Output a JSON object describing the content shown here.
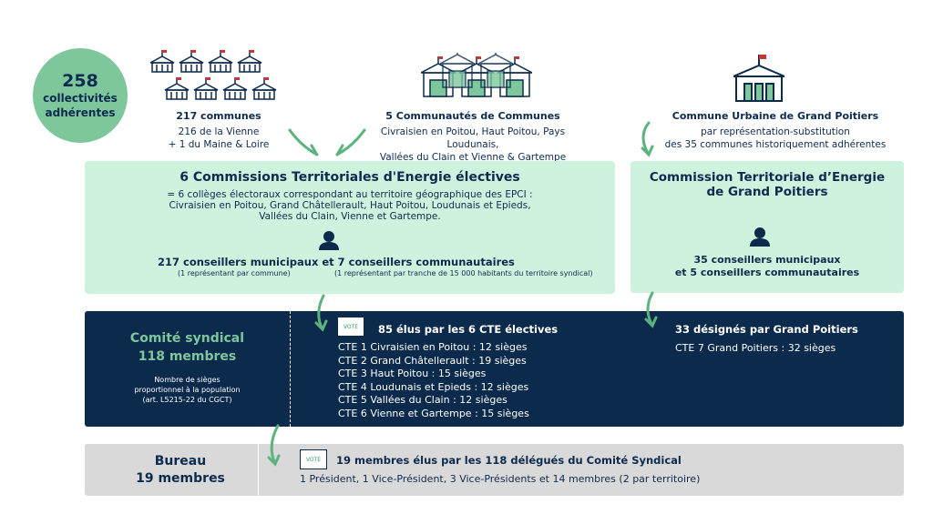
{
  "total": {
    "number": "258",
    "line1": "collectivités",
    "line2": "adhérentes"
  },
  "communes": {
    "title": "217 communes",
    "line1": "216 de la Vienne",
    "line2": "+ 1 du Maine & Loire"
  },
  "cdc": {
    "title": "5 Communautés de Communes",
    "line1": "Civraisien en Poitou, Haut Poitou, Pays Loudunais,",
    "line2": "Vallées du Clain et Vienne & Gartempe"
  },
  "cu": {
    "title": "Commune Urbaine de Grand Poitiers",
    "line1": "par représentation-substitution",
    "line2": "des 35 communes historiquement adhérentes"
  },
  "cte6": {
    "title": "6 Commissions Territoriales d'Energie électives",
    "line1": "= 6 collèges électoraux correspondant au territoire géographique des EPCI :",
    "line2": "Civraisien en Poitou, Grand Châtellerault, Haut Poitou, Loudunais et Epieds,",
    "line3": "Vallées du Clain, Vienne et Gartempe.",
    "counsellors": "217 conseillers municipaux et 7 conseillers communautaires",
    "note1": "(1 représentant par commune)",
    "note2": "(1 représentant par tranche de 15 000 habitants du territoire syndical)"
  },
  "cte7": {
    "title1": "Commission Territoriale d’Energie",
    "title2": "de Grand Poitiers",
    "line1": "35 conseillers municipaux",
    "line2": "et 5 conseillers communautaires"
  },
  "comite": {
    "title1": "Comité syndical",
    "title2": "118 membres",
    "note1": "Nombre de sièges",
    "note2": "proportionnel à la population",
    "note3": "(art. L5215-22 du CGCT)",
    "vote_label": "VOTE",
    "elected_title": "85 élus par les 6 CTE électives",
    "seats": [
      "CTE 1 Civraisien en Poitou : 12 sièges",
      "CTE 2 Grand Châtellerault : 19 sièges",
      "CTE 3 Haut Poitou : 15 sièges",
      "CTE 4 Loudunais et Epieds : 12 sièges",
      "CTE 5 Vallées du Clain : 12 sièges",
      "CTE 6 Vienne et Gartempe : 15 sièges"
    ],
    "gp_title": "33 désignés par Grand Poitiers",
    "gp_seats": "CTE 7 Grand Poitiers : 32 sièges"
  },
  "bureau": {
    "title1": "Bureau",
    "title2": "19 membres",
    "vote_label": "VOTE",
    "title": "19 membres élus par les 118 délégués du Comité Syndical",
    "detail": "1 Président, 1 Vice-Président, 3 Vice-Présidents et 14 membres (2 par territoire)"
  },
  "colors": {
    "navy": "#0c2a4b",
    "green": "#7ec79d",
    "light_green": "#cdf2dd",
    "gray": "#d9d9d9"
  }
}
